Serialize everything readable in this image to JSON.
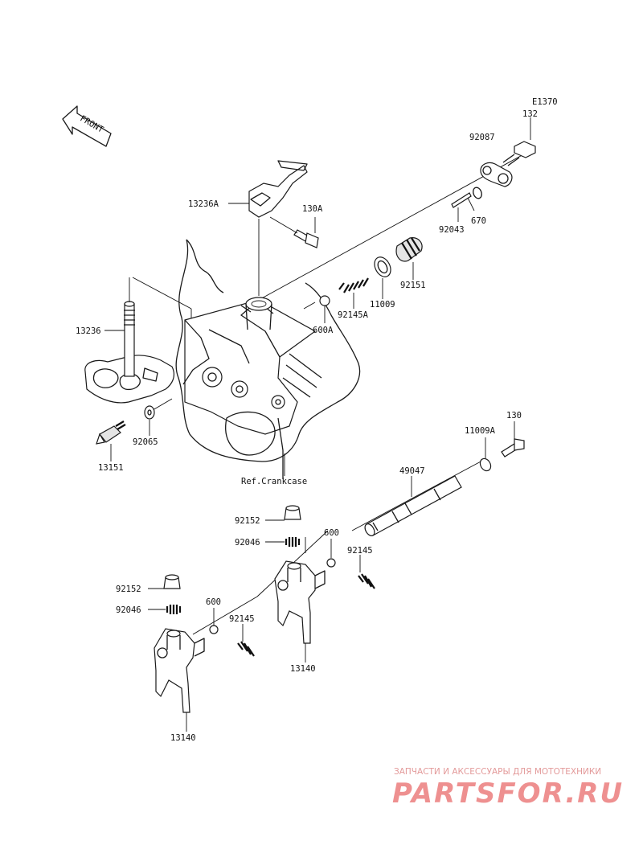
{
  "diagram_code": "E1370",
  "front_label": "FRONT",
  "crankcase_label": "Ref.Crankcase",
  "labels": {
    "p132": "132",
    "p92087": "92087",
    "p670": "670",
    "p92043": "92043",
    "p13236A": "13236A",
    "p130A": "130A",
    "p92151": "92151",
    "p11009": "11009",
    "p92145A": "92145A",
    "p600A": "600A",
    "p13236": "13236",
    "p92065": "92065",
    "p13151": "13151",
    "p11009A": "11009A",
    "p130": "130",
    "p49047": "49047",
    "p92152a": "92152",
    "p92046a": "92046",
    "p600a": "600",
    "p92145a": "92145",
    "p13140a": "13140",
    "p92152b": "92152",
    "p92046b": "92046",
    "p600b": "600",
    "p92145b": "92145",
    "p13140b": "13140"
  },
  "watermark": {
    "line1": "ЗАПЧАСТИ И АКСЕССУАРЫ ДЛЯ МОТОТЕХНИКИ",
    "brand": "PARTSFOR.RU"
  }
}
